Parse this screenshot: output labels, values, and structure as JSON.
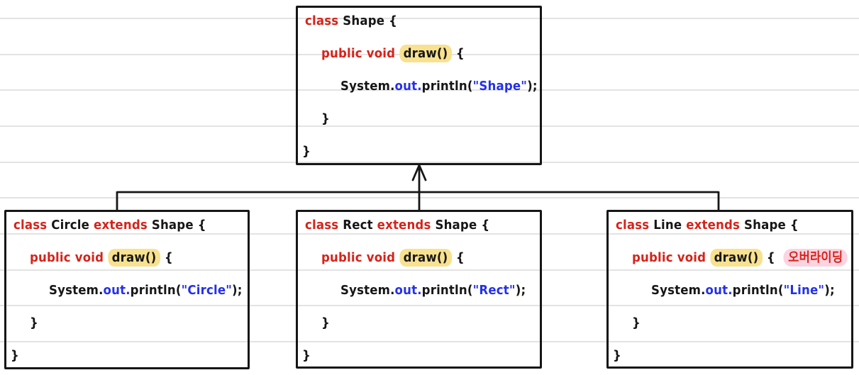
{
  "colors": {
    "background": "#ffffff",
    "ink": "#161616",
    "keyword": "#d6231a",
    "string": "#2431e8",
    "highlight_yellow": "#f8e18f",
    "highlight_pink": "#fbd3e1",
    "ruled_line": "#e3e3e3"
  },
  "classes": [
    {
      "name": "shape-class-box",
      "lines": [
        {
          "segments": [
            {
              "text": "class ",
              "color": "keyword"
            },
            {
              "text": "Shape {",
              "color": "ink"
            }
          ]
        },
        {
          "segments": [
            {
              "text": "public void ",
              "color": "keyword"
            },
            {
              "text": "draw()",
              "color": "ink",
              "highlight": "yellow"
            },
            {
              "text": " {",
              "color": "ink"
            }
          ]
        },
        {
          "segments": [
            {
              "text": "System.",
              "color": "ink"
            },
            {
              "text": "out.",
              "color": "string"
            },
            {
              "text": "println(",
              "color": "ink"
            },
            {
              "text": "\"Shape\"",
              "color": "string"
            },
            {
              "text": ");",
              "color": "ink"
            }
          ]
        },
        {
          "segments": [
            {
              "text": "}",
              "color": "ink"
            }
          ]
        },
        {
          "segments": [
            {
              "text": "}",
              "color": "ink"
            }
          ]
        }
      ]
    },
    {
      "name": "circle-class-box",
      "lines": [
        {
          "segments": [
            {
              "text": "class ",
              "color": "keyword"
            },
            {
              "text": "Circle ",
              "color": "ink"
            },
            {
              "text": "extends ",
              "color": "keyword"
            },
            {
              "text": "Shape {",
              "color": "ink"
            }
          ]
        },
        {
          "segments": [
            {
              "text": "public void ",
              "color": "keyword"
            },
            {
              "text": "draw()",
              "color": "ink",
              "highlight": "yellow"
            },
            {
              "text": " {",
              "color": "ink"
            }
          ]
        },
        {
          "segments": [
            {
              "text": "System.",
              "color": "ink"
            },
            {
              "text": "out.",
              "color": "string"
            },
            {
              "text": "println(",
              "color": "ink"
            },
            {
              "text": "\"Circle\"",
              "color": "string"
            },
            {
              "text": ");",
              "color": "ink"
            }
          ]
        },
        {
          "segments": [
            {
              "text": "}",
              "color": "ink"
            }
          ]
        },
        {
          "segments": [
            {
              "text": "}",
              "color": "ink"
            }
          ]
        }
      ]
    },
    {
      "name": "rect-class-box",
      "lines": [
        {
          "segments": [
            {
              "text": "class ",
              "color": "keyword"
            },
            {
              "text": "Rect ",
              "color": "ink"
            },
            {
              "text": "extends ",
              "color": "keyword"
            },
            {
              "text": "Shape {",
              "color": "ink"
            }
          ]
        },
        {
          "segments": [
            {
              "text": "public void ",
              "color": "keyword"
            },
            {
              "text": "draw()",
              "color": "ink",
              "highlight": "yellow"
            },
            {
              "text": " {",
              "color": "ink"
            }
          ]
        },
        {
          "segments": [
            {
              "text": "System.",
              "color": "ink"
            },
            {
              "text": "out.",
              "color": "string"
            },
            {
              "text": "println(",
              "color": "ink"
            },
            {
              "text": "\"Rect\"",
              "color": "string"
            },
            {
              "text": ");",
              "color": "ink"
            }
          ]
        },
        {
          "segments": [
            {
              "text": "}",
              "color": "ink"
            }
          ]
        },
        {
          "segments": [
            {
              "text": "}",
              "color": "ink"
            }
          ]
        }
      ]
    },
    {
      "name": "line-class-box",
      "lines": [
        {
          "segments": [
            {
              "text": "class ",
              "color": "keyword"
            },
            {
              "text": "Line ",
              "color": "ink"
            },
            {
              "text": "extends ",
              "color": "keyword"
            },
            {
              "text": "Shape {",
              "color": "ink"
            }
          ]
        },
        {
          "segments": [
            {
              "text": "public void ",
              "color": "keyword"
            },
            {
              "text": "draw()",
              "color": "ink",
              "highlight": "yellow"
            },
            {
              "text": " {",
              "color": "ink"
            },
            {
              "text": "  ",
              "color": "ink"
            },
            {
              "text": "오버라이딩",
              "color": "keyword",
              "highlight": "pink"
            }
          ]
        },
        {
          "segments": [
            {
              "text": "System.",
              "color": "ink"
            },
            {
              "text": "out.",
              "color": "string"
            },
            {
              "text": "println(",
              "color": "ink"
            },
            {
              "text": "\"Line\"",
              "color": "string"
            },
            {
              "text": ");",
              "color": "ink"
            }
          ]
        },
        {
          "segments": [
            {
              "text": "}",
              "color": "ink"
            }
          ]
        },
        {
          "segments": [
            {
              "text": "}",
              "color": "ink"
            }
          ]
        }
      ]
    }
  ]
}
